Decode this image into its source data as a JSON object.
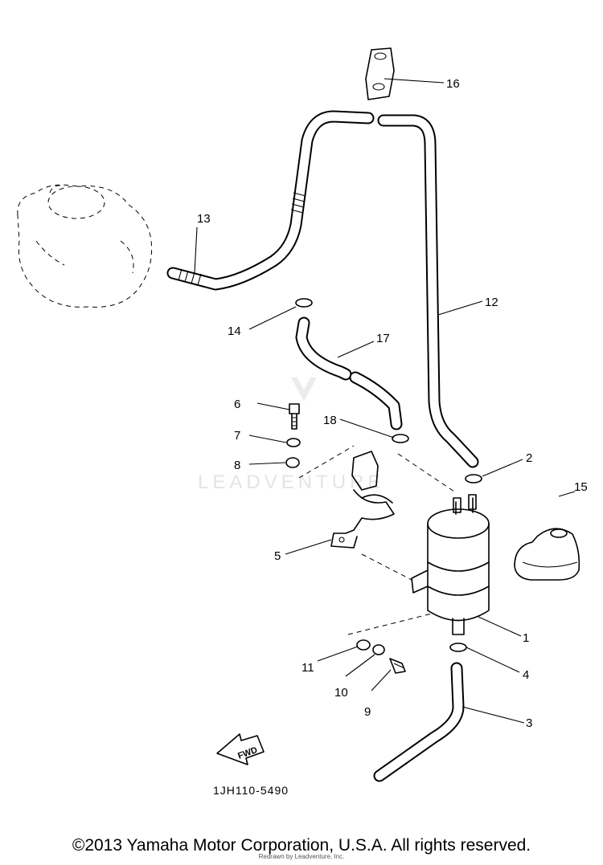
{
  "diagram": {
    "callouts": {
      "p1": "1",
      "p2": "2",
      "p3": "3",
      "p4": "4",
      "p5": "5",
      "p6": "6",
      "p7": "7",
      "p8": "8",
      "p9": "9",
      "p10": "10",
      "p11": "11",
      "p12": "12",
      "p13": "13",
      "p14": "14",
      "p15": "15",
      "p16": "16",
      "p17": "17",
      "p18": "18"
    },
    "drawing_code": "1JH110-5490",
    "fwd_label": "FWD",
    "watermark": "LEADVENTURE"
  },
  "footer": {
    "copyright": "©2013 Yamaha Motor Corporation, U.S.A. All rights reserved.",
    "redrawn_note": "Redrawn by Leadventure, Inc."
  }
}
